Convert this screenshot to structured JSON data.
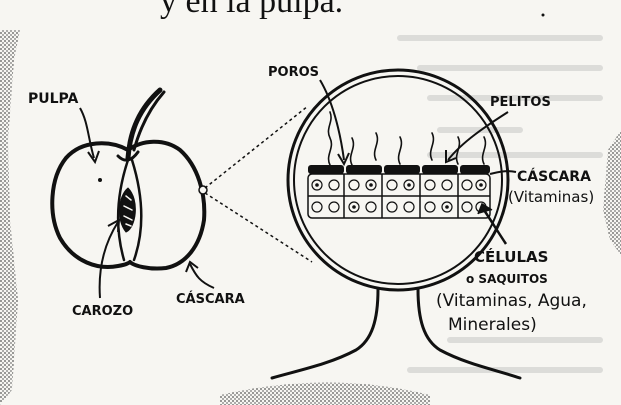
{
  "header_fragment": "y en la pulpa.",
  "labels": {
    "pulpa": "PULPA",
    "carozo": "CAROZO",
    "cascara_fruit": "CÁSCARA",
    "poros": "POROS",
    "pelitos": "PELITOS",
    "cascara_zoom": "CÁSCARA",
    "vitaminas": "(Vitaminas)",
    "celulas": "CÉLULAS",
    "o_saquitos": "o SAQUITOS",
    "cell_contents_1": "(Vitaminas, Agua,",
    "cell_contents_2": "Minerales)"
  },
  "colors": {
    "ink": "#111111",
    "paper": "#f7f6f2",
    "faded_text": "#c9c9c6"
  }
}
